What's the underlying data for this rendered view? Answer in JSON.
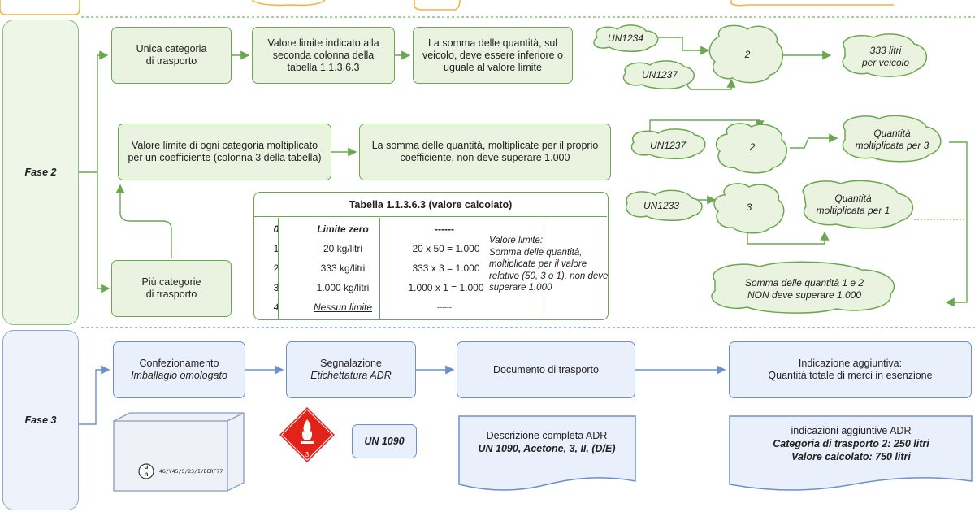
{
  "phase2": {
    "label": "Fase 2",
    "single": {
      "category_box": "Unica categoria\ndi trasporto",
      "limit_box": "Valore limite indicato alla seconda colonna della tabella 1.1.3.6.3",
      "sum_box": "La somma delle quantità, sul veicolo, deve essere inferiore o uguale al valore limite",
      "cloud_un1234": "UN1234",
      "cloud_un1237": "UN1237",
      "cloud_cat": "2",
      "cloud_result": "333 litri\nper veicolo"
    },
    "multi": {
      "coef_box": "Valore limite di ogni categoria moltiplicato per un coefficiente (colonna 3 della tabella)",
      "sum_box": "La somma delle quantità, moltiplicate per il proprio coefficiente, non deve superare 1.000",
      "category_box": "Più categorie\ndi trasporto",
      "cloud_un1237": "UN1237",
      "cloud_cat2": "2",
      "cloud_q3": "Quantità\nmoltiplicata per 3",
      "cloud_un1233": "UN1233",
      "cloud_cat3": "3",
      "cloud_q1": "Quantità\nmoltiplicata per 1",
      "cloud_sum": "Somma delle quantità 1 e 2\nNON deve superare 1.000"
    },
    "table": {
      "title": "Tabella 1.1.3.6.3 (valore calcolato)",
      "rows": [
        {
          "cat": "0",
          "limit": "Limite zero",
          "calc": "------"
        },
        {
          "cat": "1",
          "limit": "20 kg/litri",
          "calc": "20 x 50 = 1.000"
        },
        {
          "cat": "2",
          "limit": "333 kg/litri",
          "calc": "333 x 3 = 1.000"
        },
        {
          "cat": "3",
          "limit": "1.000 kg/litri",
          "calc": "1.000 x 1 = 1.000"
        },
        {
          "cat": "4",
          "limit": "Nessun limite",
          "calc": "------"
        }
      ],
      "note": "Valore limite:\nSomma delle quantità, moltiplicate per il valore relativo (50, 3 o 1), non deve superare 1.000"
    }
  },
  "phase3": {
    "label": "Fase 3",
    "packaging": {
      "title": "Confezionamento",
      "sub": "Imballagio omologato"
    },
    "signage": {
      "title": "Segnalazione",
      "sub": "Etichettatura ADR"
    },
    "document": {
      "title": "Documento di trasporto"
    },
    "additional": {
      "title": "Indicazione aggiuntiva:",
      "sub": "Quantità totale di merci in esenzione"
    },
    "package_code": "4G/Y45/S/23/I/DERF77",
    "un_logo": "u\nn",
    "label_number": "3",
    "un_number_box": "UN 1090",
    "doc_desc": {
      "title": "Descrizione completa ADR",
      "detail": "UN 1090, Acetone, 3, II, (D/E)"
    },
    "add_desc": {
      "title": "indicazioni aggiuntive ADR",
      "line1": "Categoria di trasporto 2:  250 litri",
      "line2": "Valore calcolato: 750 litri"
    }
  },
  "colors": {
    "green": "#6aa84f",
    "blue": "#6d8fce",
    "orange": "#f0b445",
    "red": "#e2231a"
  }
}
